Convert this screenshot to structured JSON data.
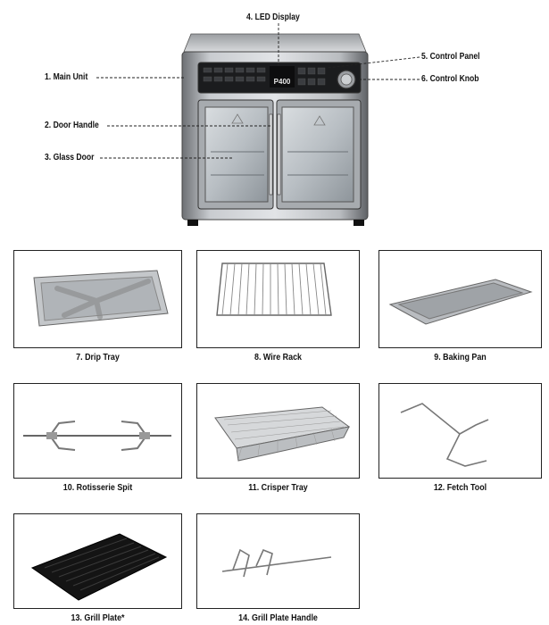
{
  "main_diagram": {
    "labels": {
      "main_unit": "1. Main Unit",
      "door_handle": "2. Door Handle",
      "glass_door": "3. Glass Door",
      "led_display": "4. LED Display",
      "control_panel": "5. Control Panel",
      "control_knob": "6. Control Knob"
    },
    "display_text": "P400"
  },
  "accessories": [
    {
      "label": "7. Drip Tray",
      "icon": "drip-tray"
    },
    {
      "label": "8. Wire Rack",
      "icon": "wire-rack"
    },
    {
      "label": "9. Baking Pan",
      "icon": "baking-pan"
    },
    {
      "label": "10. Rotisserie Spit",
      "icon": "rotisserie-spit"
    },
    {
      "label": "11. Crisper Tray",
      "icon": "crisper-tray"
    },
    {
      "label": "12. Fetch Tool",
      "icon": "fetch-tool"
    },
    {
      "label": "13. Grill Plate*",
      "icon": "grill-plate"
    },
    {
      "label": "14. Grill Plate Handle",
      "icon": "grill-plate-handle"
    }
  ]
}
